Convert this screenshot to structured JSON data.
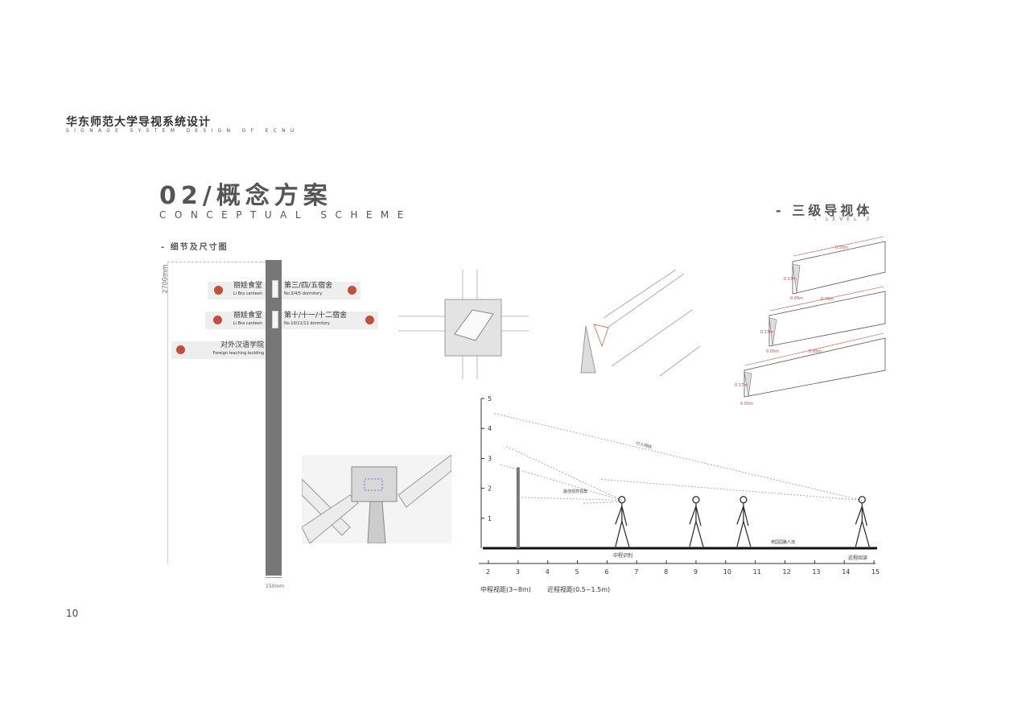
{
  "header": {
    "brand_cn": "华东师范大学导视系统设计",
    "brand_en": "SIGNAGE SYSTEM DESIGN OF ECNU"
  },
  "section": {
    "title": "02/概念方案",
    "title_en": "CONCEPTUAL SCHEME",
    "sub_detail": "- 细节及尺寸图",
    "sub_level": "- 三级导视体",
    "sub_level_en": "- LEVEL 3"
  },
  "signpost": {
    "height_label": "2700mm",
    "width_label": "150mm",
    "signs": [
      {
        "cn": "丽娃食堂",
        "en": "Li Bra canteen"
      },
      {
        "cn": "第三/四/五宿舍",
        "en": "No.3/4/5 dormitory"
      },
      {
        "cn": "丽娃食堂",
        "en": "Li Bra canteen"
      },
      {
        "cn": "第十/十一/十二宿舍",
        "en": "No.10/11/12 dormitory"
      },
      {
        "cn": "对外汉语学院",
        "en": "Foreign teaching building"
      }
    ]
  },
  "boards": [
    {
      "length": "0.55m",
      "height": "0.17m",
      "depth": "0.05m"
    },
    {
      "length": "0.70m",
      "height": "0.17m",
      "depth": "0.05m"
    },
    {
      "length": "0.85m",
      "height": "0.17m",
      "depth": "0.05m"
    }
  ],
  "accent": "#c0503a",
  "chart_data": {
    "type": "diagram",
    "x_ticks": [
      2,
      3,
      4,
      5,
      6,
      7,
      8,
      9,
      10,
      11,
      12,
      13,
      14,
      15
    ],
    "y_ticks": [
      1,
      2,
      3,
      4,
      5
    ],
    "xlim": [
      2,
      15
    ],
    "ylim": [
      0,
      5
    ],
    "pole_x": 3,
    "pole_height": 2.7,
    "pedestrians_x": [
      6.5,
      9,
      10.6,
      14.6
    ],
    "labels": {
      "sight": "行人视线",
      "angle": "最佳观赏视角",
      "mid": "中程识别",
      "near": "近程阅读",
      "walkway": "校园园路人流",
      "legend_mid": "中程视距(3~8m)",
      "legend_near": "近程视距(0.5~1.5m)"
    }
  }
}
